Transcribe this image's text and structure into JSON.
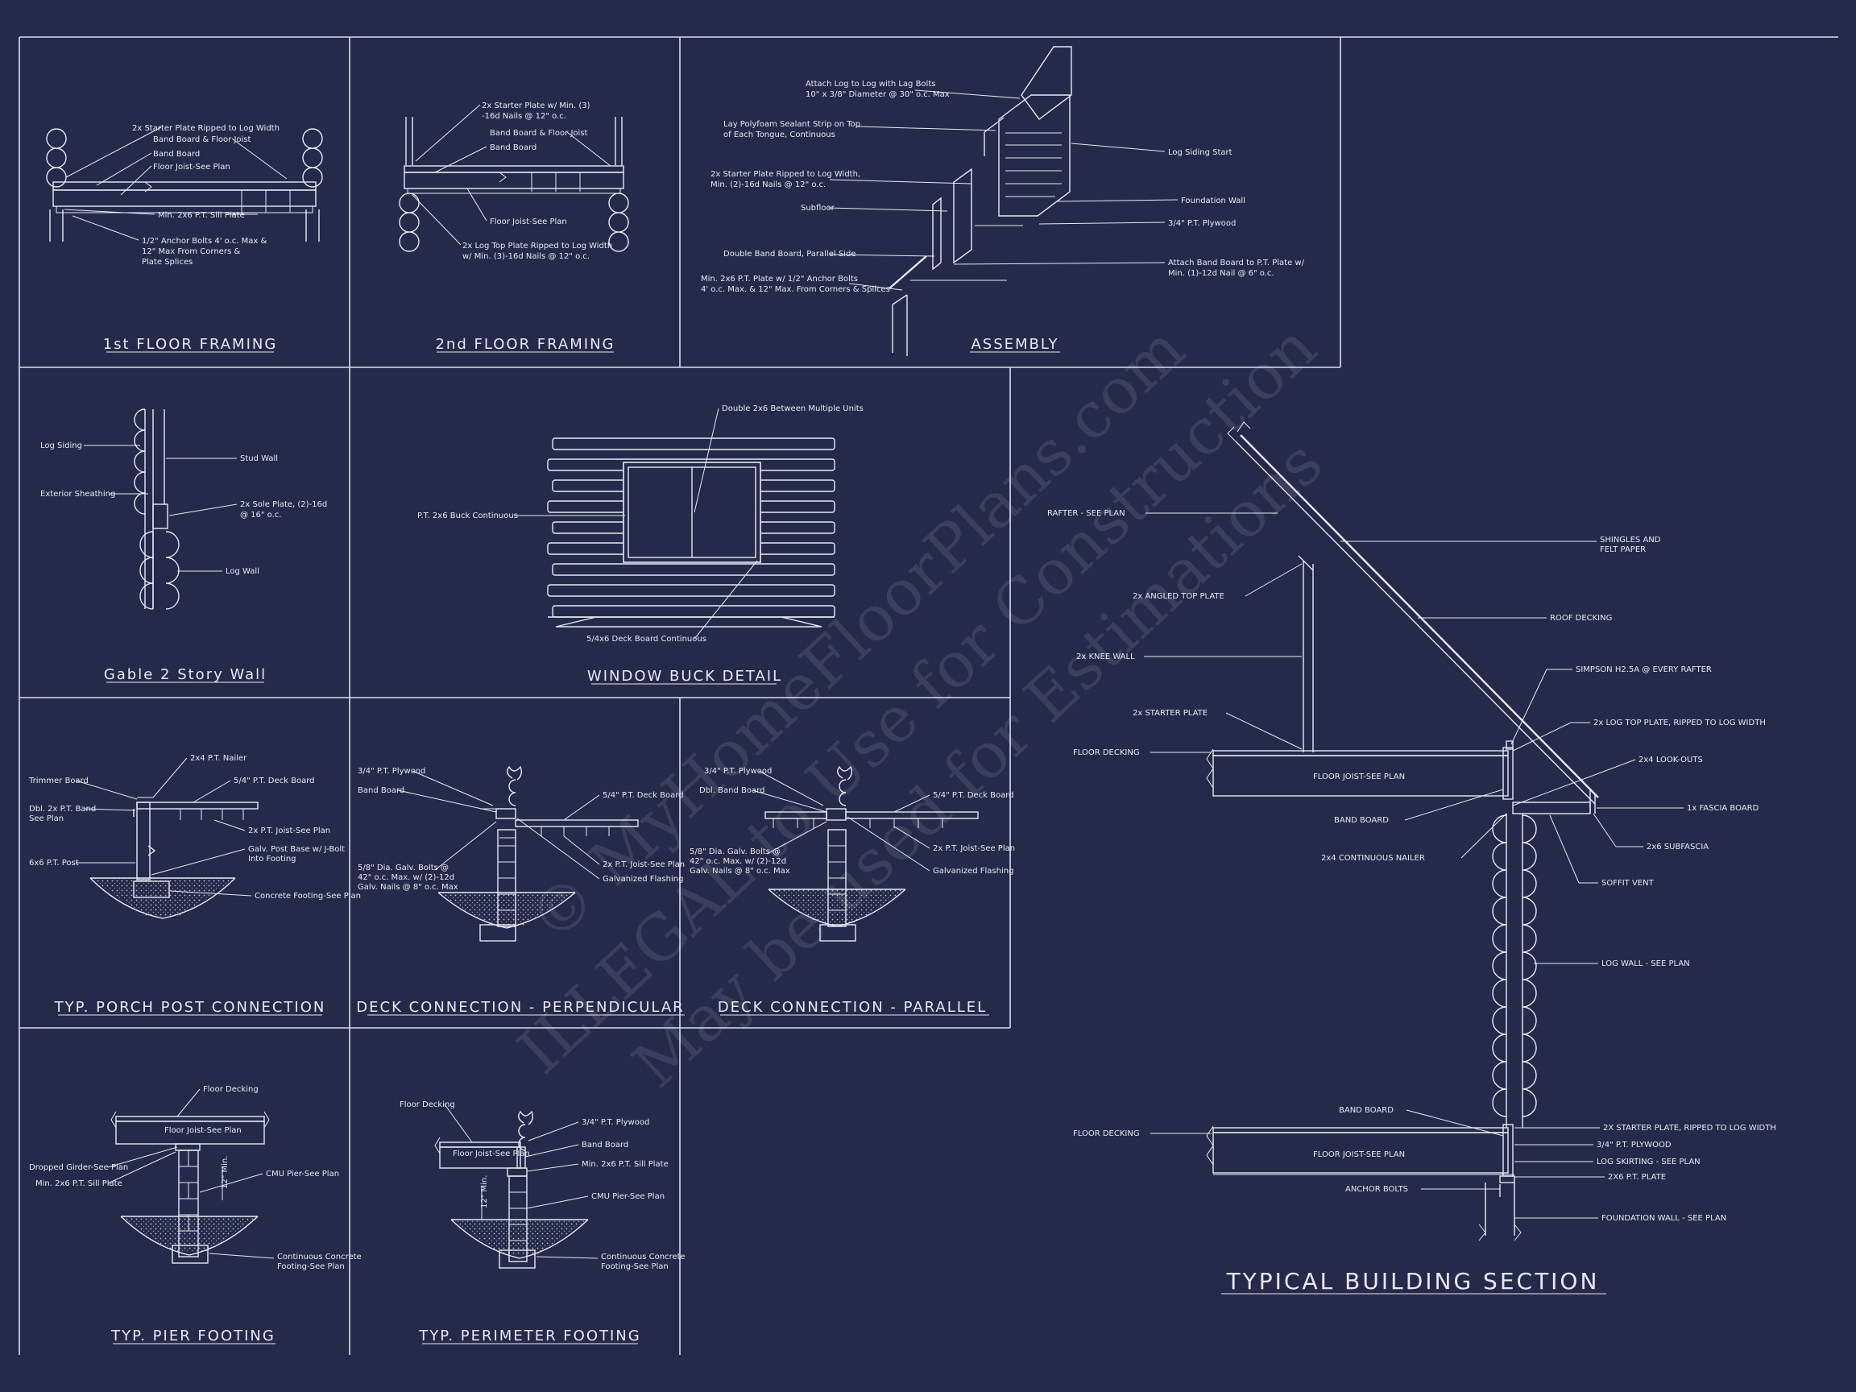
{
  "panels": {
    "first_floor": {
      "title": "1st FLOOR FRAMING",
      "labels": [
        "2x Starter Plate Ripped to Log Width",
        "Band Board & Floor Joist",
        "Band Board",
        "Floor Joist-See Plan",
        "Min. 2x6 P.T. Sill Plate",
        "1/2\" Anchor Bolts 4' o.c. Max &",
        "12\" Max From Corners &",
        "Plate Splices"
      ]
    },
    "second_floor": {
      "title": "2nd FLOOR FRAMING",
      "labels": [
        "2x Starter Plate w/ Min. (3)",
        "-16d Nails @ 12\" o.c.",
        "Band Board & Floor Joist",
        "Band Board",
        "Floor Joist-See Plan",
        "2x Log Top Plate Ripped to Log Width",
        "w/ Min. (3)-16d Nails @ 12\" o.c."
      ]
    },
    "assembly": {
      "title": "ASSEMBLY",
      "labels": [
        "Attach Log to Log with Lag Bolts",
        "10\" x 3/8\" Diameter @ 30\" o.c. Max",
        "Lay Polyfoam Sealant Strip on Top",
        "of Each Tongue, Continuous",
        "2x Starter Plate Ripped to Log Width,",
        "Min. (2)-16d Nails @ 12\" o.c.",
        "Subfloor",
        "Double Band Board, Parallel Side",
        "Min. 2x6 P.T. Plate w/ 1/2\" Anchor Bolts",
        "4' o.c. Max. & 12\" Max. From Corners & Splices",
        "Log Siding Start",
        "Foundation Wall",
        "3/4\" P.T. Plywood",
        "Attach Band Board to P.T. Plate w/",
        "Min. (1)-12d Nail @ 6\" o.c."
      ]
    },
    "gable": {
      "title": "Gable 2 Story Wall",
      "labels": [
        "Log Siding",
        "Exterior Sheathing",
        "Stud Wall",
        "2x Sole Plate, (2)-16d",
        "@ 16\" o.c.",
        "Log Wall"
      ]
    },
    "window": {
      "title": "WINDOW BUCK DETAIL",
      "labels": [
        "Double 2x6 Between Multiple Units",
        "P.T. 2x6 Buck Continuous",
        "5/4x6 Deck Board Continuous"
      ]
    },
    "porch": {
      "title": "TYP. PORCH POST CONNECTION",
      "labels": [
        "2x4 P.T. Nailer",
        "Trimmer Board",
        "5/4\" P.T. Deck Board",
        "Dbl. 2x P.T. Band",
        "See Plan",
        "2x P.T. Joist-See Plan",
        "Galv. Post Base w/ J-Bolt",
        "Into Footing",
        "6x6 P.T. Post",
        "Concrete Footing-See Plan"
      ]
    },
    "deck_perp": {
      "title": "DECK CONNECTION - PERPENDICULAR",
      "labels": [
        "3/4\" P.T. Plywood",
        "Band Board",
        "5/4\" P.T. Deck Board",
        "2x P.T. Joist-See Plan",
        "Galvanized Flashing",
        "5/8\" Dia. Galv. Bolts @",
        "42\" o.c. Max. w/ (2)-12d",
        "Galv. Nails @ 8\" o.c. Max"
      ]
    },
    "deck_par": {
      "title": "DECK CONNECTION - PARALLEL",
      "labels": [
        "3/4\" P.T. Plywood",
        "Dbl. Band Board",
        "5/4\" P.T. Deck Board",
        "2x P.T. Joist-See Plan",
        "Galvanized Flashing",
        "5/8\" Dia. Galv. Bolts @",
        "42\" o.c. Max. w/ (2)-12d",
        "Galv. Nails @ 8\" o.c. Max"
      ]
    },
    "pier": {
      "title": "TYP. PIER FOOTING",
      "labels": [
        "Floor Decking",
        "Floor Joist-See Plan",
        "Dropped Girder-See Plan",
        "Min. 2x6 P.T. Sill Plate",
        "CMU Pier-See Plan",
        "Continuous Concrete",
        "Footing-See Plan",
        "12\" Min."
      ]
    },
    "perimeter": {
      "title": "TYP. PERIMETER FOOTING",
      "labels": [
        "Floor Decking",
        "3/4\" P.T. Plywood",
        "Band Board",
        "Floor Joist-See Plan",
        "Min. 2x6 P.T. Sill Plate",
        "CMU Pier-See Plan",
        "Continuous Concrete",
        "Footing-See Plan",
        "12\" Min."
      ]
    },
    "section": {
      "title": "TYPICAL BUILDING SECTION",
      "labels": [
        "RAFTER - SEE PLAN",
        "SHINGLES AND",
        "FELT PAPER",
        "ROOF DECKING",
        "2x ANGLED TOP PLATE",
        "2x KNEE WALL",
        "SIMPSON H2.5A @ EVERY RAFTER",
        "2x STARTER PLATE",
        "2x LOG TOP PLATE, RIPPED TO LOG WIDTH",
        "FLOOR DECKING",
        "2x4 LOOK-OUTS",
        "FLOOR JOIST-SEE PLAN",
        "BAND BOARD",
        "1x FASCIA BOARD",
        "2x4 CONTINUOUS NAILER",
        "2x6 SUBFASCIA",
        "SOFFIT VENT",
        "LOG WALL - SEE PLAN",
        "BAND BOARD",
        "2X STARTER PLATE, RIPPED TO LOG WIDTH",
        "FLOOR DECKING",
        "3/4\" P.T. PLYWOOD",
        "FLOOR JOIST-SEE PLAN",
        "LOG SKIRTING - SEE PLAN",
        "2X6 P.T. PLATE",
        "ANCHOR BOLTS",
        "FOUNDATION WALL - SEE PLAN"
      ]
    }
  },
  "watermark": {
    "line1": "© MyHomeFloorPlans.com",
    "line2": "ILLEGAL to Use for Construction",
    "line3": "May be used for Estimations"
  },
  "colors": {
    "background": "#252a4a",
    "ink": "#e6e9f4"
  }
}
